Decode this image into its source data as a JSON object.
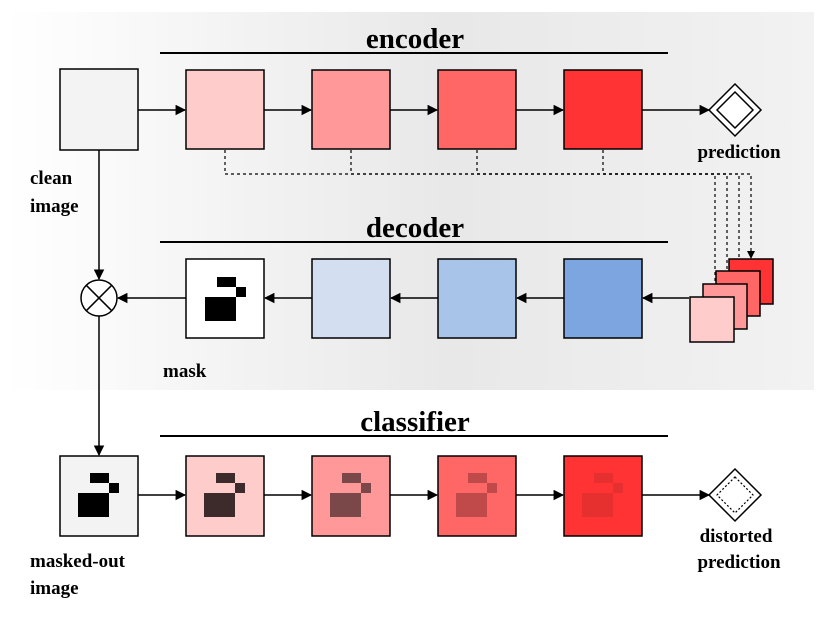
{
  "sections": {
    "encoder": "encoder",
    "decoder": "decoder",
    "classifier": "classifier"
  },
  "labels": {
    "clean_image": [
      "clean",
      "image"
    ],
    "prediction": "prediction",
    "mask": "mask",
    "masked_out_image": [
      "masked-out",
      "image"
    ],
    "distorted_prediction": [
      "distorted",
      "prediction"
    ]
  },
  "colors": {
    "clean_input": "#f3f3f3",
    "encoder_blocks": [
      "#ffcccc",
      "#ff9999",
      "#ff6666",
      "#ff3333"
    ],
    "decoder_blocks": [
      "#d3dff1",
      "#a8c4e9",
      "#7da6e0"
    ],
    "classifier_blocks": [
      "#ffcccc",
      "#ff9999",
      "#ff6666",
      "#ff3333"
    ],
    "stack_cards": [
      "#ff3333",
      "#ff6666",
      "#ff9999",
      "#ffcccc"
    ],
    "shaded_region": "#e6e6e6",
    "stroke": "#000000"
  },
  "icons": {
    "multiply": "circle-times-icon",
    "prediction": "double-diamond-icon",
    "distorted_prediction": "dotted-diamond-icon"
  }
}
